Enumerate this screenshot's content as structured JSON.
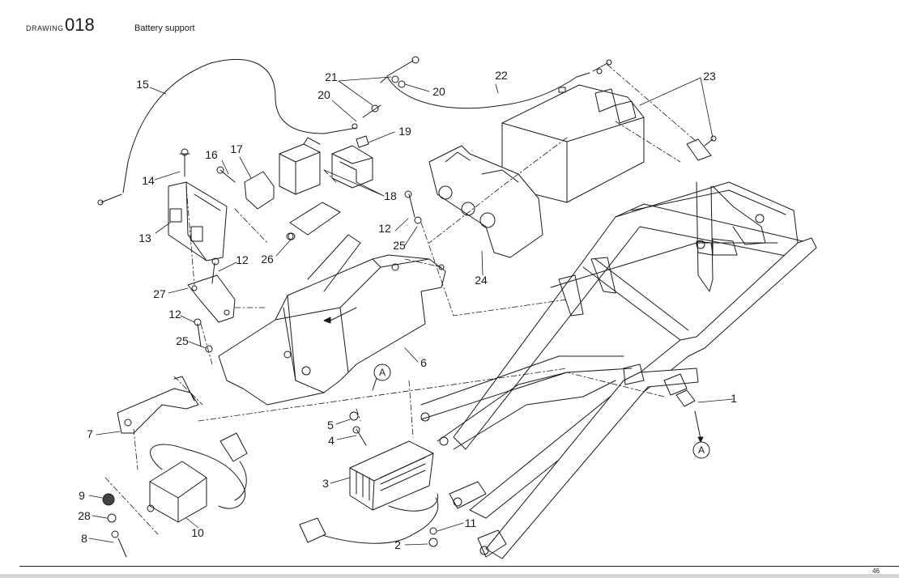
{
  "header": {
    "drawing_label": "DRAWING",
    "drawing_number": "018",
    "title": "Battery support"
  },
  "footer": {
    "page_number": "46"
  },
  "callouts": {
    "c1": "1",
    "c2": "2",
    "c3": "3",
    "c4": "4",
    "c5": "5",
    "c6": "6",
    "c7": "7",
    "c8": "8",
    "c9": "9",
    "c10": "10",
    "c11": "11",
    "c12a": "12",
    "c12b": "12",
    "c12c": "12",
    "c13": "13",
    "c14": "14",
    "c15": "15",
    "c16": "16",
    "c17": "17",
    "c18": "18",
    "c19": "19",
    "c20a": "20",
    "c20b": "20",
    "c21": "21",
    "c22": "22",
    "c23": "23",
    "c24": "24",
    "c25a": "25",
    "c25b": "25",
    "c26": "26",
    "c27": "27",
    "c28": "28"
  },
  "view_markers": {
    "a_main": "A",
    "a_detail": "A"
  }
}
